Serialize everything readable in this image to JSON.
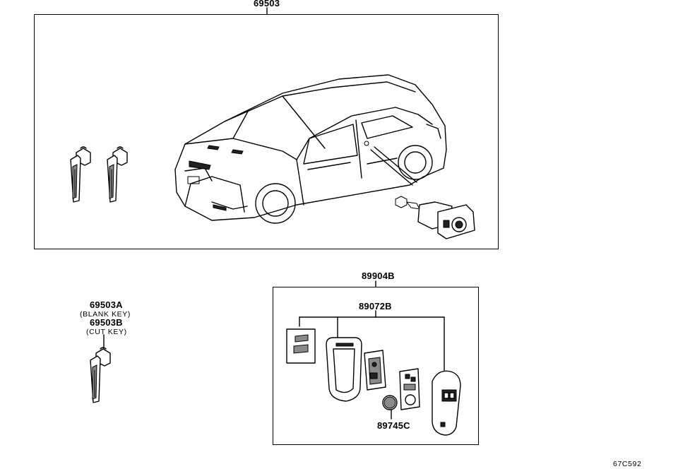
{
  "labels": {
    "key_set": "69503",
    "blank_key": "69503A",
    "blank_key_note": "(BLANK KEY)",
    "cut_key": "69503B",
    "cut_key_note": "(CUT KEY)",
    "transmitter_assy": "89904B",
    "transmitter_case": "89072B",
    "battery": "89745C",
    "diagram_code": "67C592"
  },
  "icons": [
    "mechanical-key-icon",
    "car-illustration-icon",
    "door-lock-cylinder-icon",
    "key-fob-icon",
    "button-battery-icon"
  ]
}
